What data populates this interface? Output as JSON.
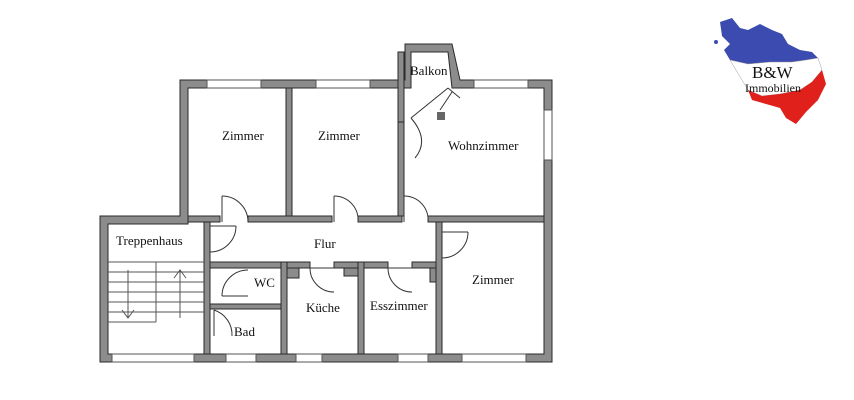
{
  "rooms": {
    "balkon": "Balkon",
    "zimmer_1": "Zimmer",
    "zimmer_2": "Zimmer",
    "wohnzimmer": "Wohnzimmer",
    "treppenhaus": "Treppenhaus",
    "flur": "Flur",
    "wc": "WC",
    "kueche": "Küche",
    "esszimmer": "Esszimmer",
    "zimmer_3": "Zimmer",
    "bad": "Bad"
  },
  "logo": {
    "brand": "B&W",
    "subtitle": "Immobilien",
    "colors": {
      "top": "#3b4bb0",
      "middle": "#ffffff",
      "bottom": "#e0201b"
    }
  }
}
